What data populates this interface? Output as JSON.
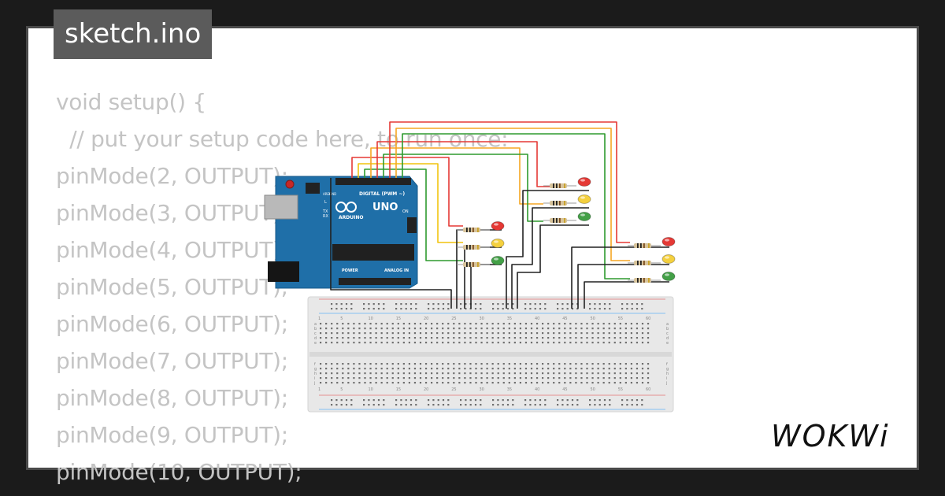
{
  "header": {
    "filename": "sketch.ino"
  },
  "code": {
    "lines": [
      "void setup() {",
      "  // put your setup code here, to run once:",
      "pinMode(2, OUTPUT);",
      "pinMode(3, OUTPUT);",
      "pinMode(4, OUTPUT);",
      "pinMode(5, OUTPUT);",
      "pinMode(6, OUTPUT);",
      "pinMode(7, OUTPUT);",
      "pinMode(8, OUTPUT);",
      "pinMode(9, OUTPUT);",
      "pinMode(10, OUTPUT);"
    ]
  },
  "board": {
    "brand": "ARDUINO",
    "model": "UNO",
    "digital_label": "DIGITAL (PWM ~)",
    "power_label": "POWER",
    "analog_label": "ANALOG IN",
    "on_label": "ON",
    "aref_label": "AREF",
    "gnd_label": "GND",
    "tx_label": "TX",
    "rx_label": "RX",
    "l_label": "L"
  },
  "breadboard": {
    "column_numbers": [
      "1",
      "5",
      "10",
      "15",
      "20",
      "25",
      "30",
      "35",
      "40",
      "45",
      "50",
      "55",
      "60"
    ],
    "row_letters_top": [
      "a",
      "b",
      "c",
      "d",
      "e"
    ],
    "row_letters_bottom": [
      "f",
      "g",
      "h",
      "i",
      "j"
    ]
  },
  "leds": {
    "groups": [
      {
        "colors": [
          "#e53935",
          "#f4d03f",
          "#43a047"
        ]
      },
      {
        "colors": [
          "#e53935",
          "#f4d03f",
          "#43a047"
        ]
      },
      {
        "colors": [
          "#e53935",
          "#f4d03f",
          "#43a047"
        ]
      }
    ]
  },
  "wire_colors": {
    "red": "#e53935",
    "orange": "#f5a623",
    "yellow": "#f1c40f",
    "green": "#2e9a2e",
    "black": "#222222"
  },
  "brand": {
    "logo_text": "WOKWi"
  }
}
